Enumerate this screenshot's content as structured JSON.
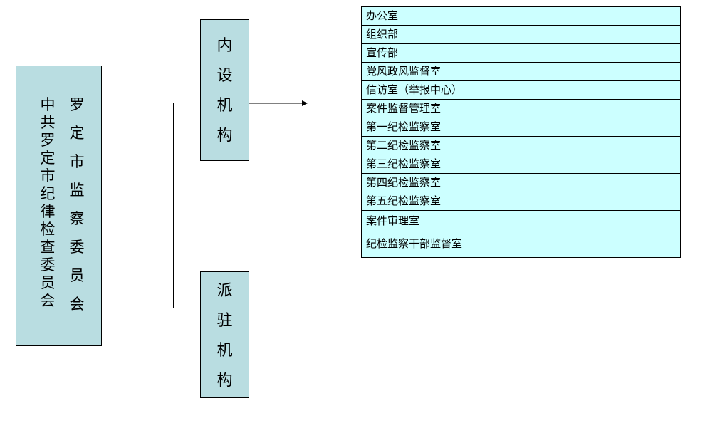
{
  "main_org": {
    "left_col": "中共罗定市纪律检查委员会",
    "right_col": "罗定市监察委员会"
  },
  "branches": {
    "internal": "内设机构",
    "dispatched": "派驻机构"
  },
  "departments": [
    "办公室",
    "组织部",
    "宣传部",
    "党风政风监督室",
    "信访室（举报中心）",
    "案件监督管理室",
    "第一纪检监察室",
    "第二纪检监察室",
    "第三纪检监察室",
    "第四纪检监察室",
    "第五纪检监察室",
    "案件审理室",
    "纪检监察干部监督室"
  ],
  "colors": {
    "box_fill": "#b9dde1",
    "list_fill": "#ccffff",
    "line": "#000000"
  }
}
